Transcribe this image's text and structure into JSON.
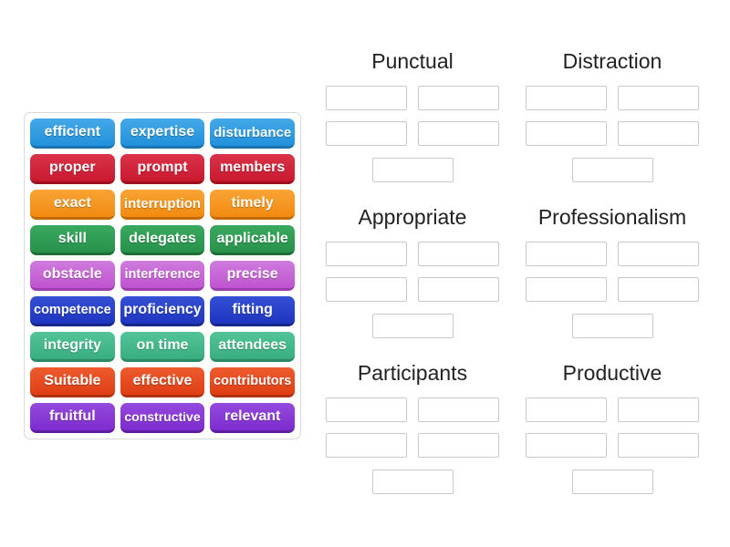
{
  "activity": {
    "type": "group-sort",
    "background_color": "#ffffff",
    "header_text_color": "#222222",
    "slot_border_color": "#c9c9c9",
    "bank_border_color": "#d9d9d9"
  },
  "word_bank": {
    "tiles": [
      {
        "label": "efficient",
        "color": "blue"
      },
      {
        "label": "expertise",
        "color": "blue"
      },
      {
        "label": "disturbance",
        "color": "blue"
      },
      {
        "label": "proper",
        "color": "red"
      },
      {
        "label": "prompt",
        "color": "red"
      },
      {
        "label": "members",
        "color": "red"
      },
      {
        "label": "exact",
        "color": "orange"
      },
      {
        "label": "interruption",
        "color": "orange"
      },
      {
        "label": "timely",
        "color": "orange"
      },
      {
        "label": "skill",
        "color": "green"
      },
      {
        "label": "delegates",
        "color": "green"
      },
      {
        "label": "applicable",
        "color": "green"
      },
      {
        "label": "obstacle",
        "color": "orchid"
      },
      {
        "label": "interference",
        "color": "orchid"
      },
      {
        "label": "precise",
        "color": "orchid"
      },
      {
        "label": "competence",
        "color": "royal"
      },
      {
        "label": "proficiency",
        "color": "royal"
      },
      {
        "label": "fitting",
        "color": "royal"
      },
      {
        "label": "integrity",
        "color": "teal"
      },
      {
        "label": "on time",
        "color": "teal"
      },
      {
        "label": "attendees",
        "color": "teal"
      },
      {
        "label": "Suitable",
        "color": "vermilion"
      },
      {
        "label": "effective",
        "color": "vermilion"
      },
      {
        "label": "contributors",
        "color": "vermilion"
      },
      {
        "label": "fruitful",
        "color": "purple"
      },
      {
        "label": "constructive",
        "color": "purple"
      },
      {
        "label": "relevant",
        "color": "purple"
      }
    ]
  },
  "groups": [
    {
      "title": "Punctual",
      "slots": 5
    },
    {
      "title": "Distraction",
      "slots": 5
    },
    {
      "title": "Appropriate",
      "slots": 5
    },
    {
      "title": "Professionalism",
      "slots": 5
    },
    {
      "title": "Participants",
      "slots": 5
    },
    {
      "title": "Productive",
      "slots": 5
    }
  ],
  "tile_colors": {
    "blue": {
      "top": "#44a9e8",
      "base": "#2191db",
      "edge": "#1a74b0"
    },
    "red": {
      "top": "#da3349",
      "base": "#c9192f",
      "edge": "#9d1020"
    },
    "orange": {
      "top": "#f9a435",
      "base": "#f18a10",
      "edge": "#c26b00"
    },
    "green": {
      "top": "#3aa95f",
      "base": "#27914a",
      "edge": "#1c6d37"
    },
    "orchid": {
      "top": "#cf7cdd",
      "base": "#bf54d0",
      "edge": "#9a3cab"
    },
    "royal": {
      "top": "#3450d4",
      "base": "#1f36c0",
      "edge": "#162789"
    },
    "teal": {
      "top": "#52c498",
      "base": "#39ae80",
      "edge": "#2a8a63"
    },
    "vermilion": {
      "top": "#ed5c2e",
      "base": "#e03e14",
      "edge": "#b03110"
    },
    "purple": {
      "top": "#9549dd",
      "base": "#7d2cce",
      "edge": "#5e1da2"
    }
  }
}
